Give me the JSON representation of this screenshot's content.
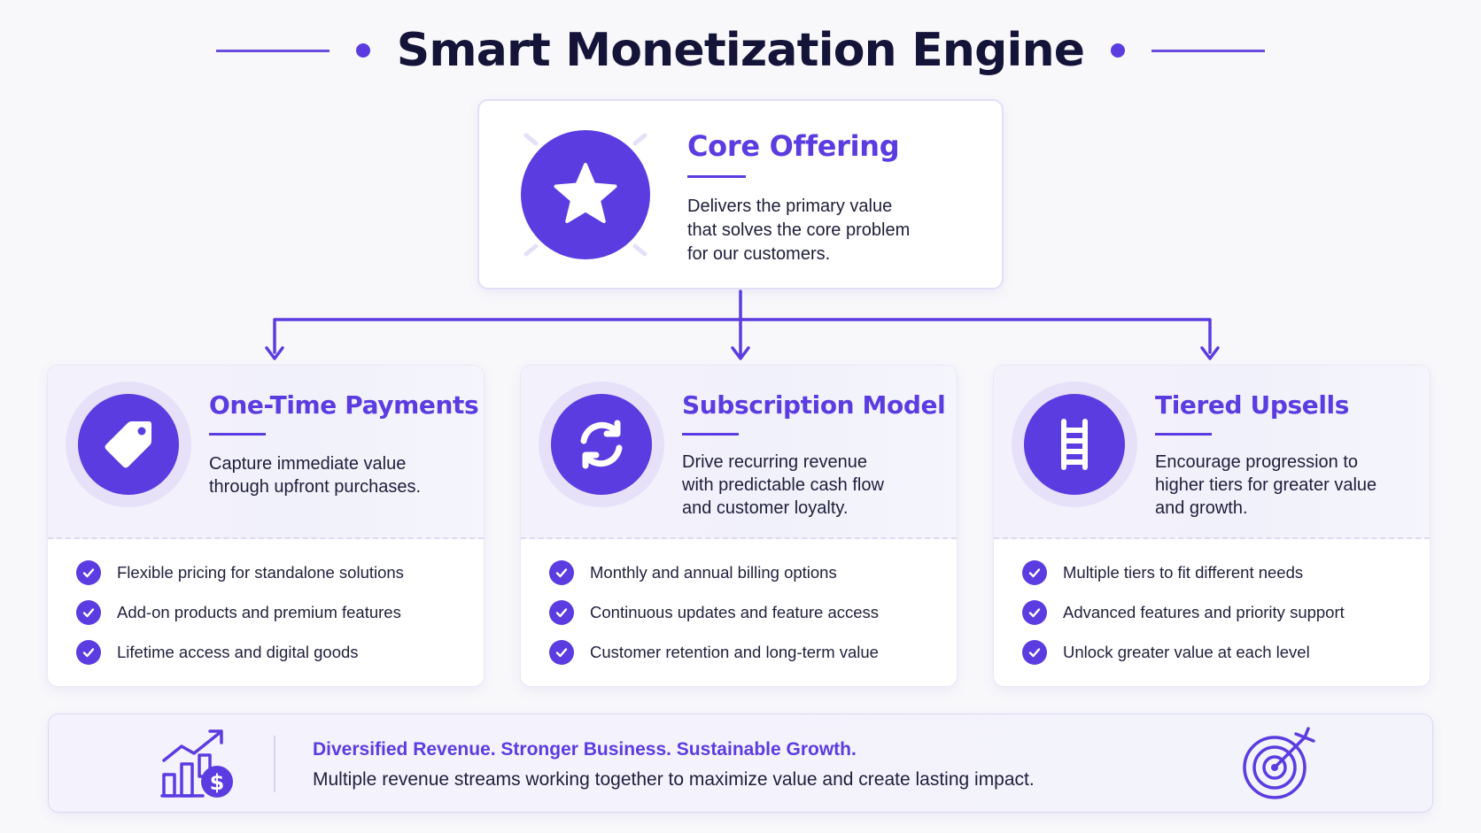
{
  "title": "Smart Monetization Engine",
  "colors": {
    "accent": "#5b3ce0",
    "heading_dark": "#141338",
    "card_tint": "#f3f1fc"
  },
  "core": {
    "heading": "Core Offering",
    "lines": [
      "Delivers the primary value",
      "that solves the core problem",
      "for our customers."
    ],
    "icon": "star-icon"
  },
  "cards": [
    {
      "heading": "One-Time Payments",
      "icon": "price-tag-icon",
      "lines": [
        "Capture immediate value",
        "through upfront purchases."
      ],
      "items": [
        "Flexible pricing for standalone solutions",
        "Add-on products and premium features",
        "Lifetime access and digital goods"
      ]
    },
    {
      "heading": "Subscription Model",
      "icon": "refresh-cycle-icon",
      "lines": [
        "Drive recurring revenue",
        "with predictable cash flow",
        "and customer loyalty."
      ],
      "items": [
        "Monthly and annual billing options",
        "Continuous updates and feature access",
        "Customer retention and long-term value"
      ]
    },
    {
      "heading": "Tiered Upsells",
      "icon": "ladder-icon",
      "lines": [
        "Encourage progression to",
        "higher tiers for greater value",
        "and growth."
      ],
      "items": [
        "Multiple tiers to fit different needs",
        "Advanced features and priority support",
        "Unlock greater value at each level"
      ]
    }
  ],
  "banner": {
    "heading": "Diversified Revenue. Stronger Business. Sustainable Growth.",
    "text": "Multiple revenue streams working together to maximize value and create lasting impact.",
    "left_icon": "growth-chart-dollar-icon",
    "right_icon": "target-arrow-icon"
  }
}
